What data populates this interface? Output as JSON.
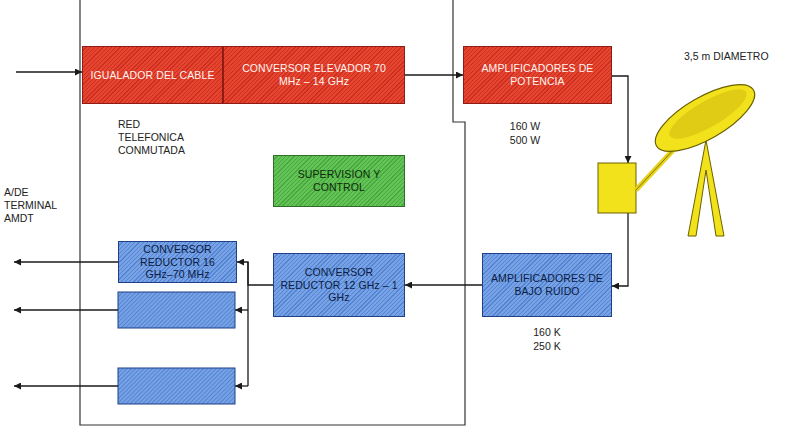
{
  "diagram": {
    "nodes": [
      {
        "text": [
          "IGUALADOR DEL CABLE"
        ]
      },
      {
        "text": [
          "CONVERSOR ELEVADOR 70 MHz – 14 GHz"
        ]
      },
      {
        "text": [
          "AMPLIFICADORES DE POTENCIA"
        ]
      },
      {
        "text": [
          "SUPERVISION Y CONTROL"
        ]
      },
      {
        "text": [
          "CONVERSOR REDUCTOR 16 GHz–70 MHz"
        ]
      },
      {
        "text": [
          "CONVERSOR REDUCTOR 12 GHz – 1 GHz"
        ]
      },
      {
        "text": [
          "AMPLIFICADORES DE BAJO RUIDO"
        ]
      }
    ],
    "edges": [
      {
        "from": 1,
        "to": 2,
        "arrow": "to"
      },
      {
        "from": 6,
        "to": 5,
        "arrow": "to"
      },
      {
        "from": 5,
        "to": 4,
        "arrow": "to"
      }
    ],
    "labels": [
      "RED TELEFONICA CONMUTADA",
      "A/DE TERMINAL AMDT",
      "160 W",
      "500 W",
      "3,5 m DIAMETRO",
      "160 K",
      "250 K"
    ]
  }
}
